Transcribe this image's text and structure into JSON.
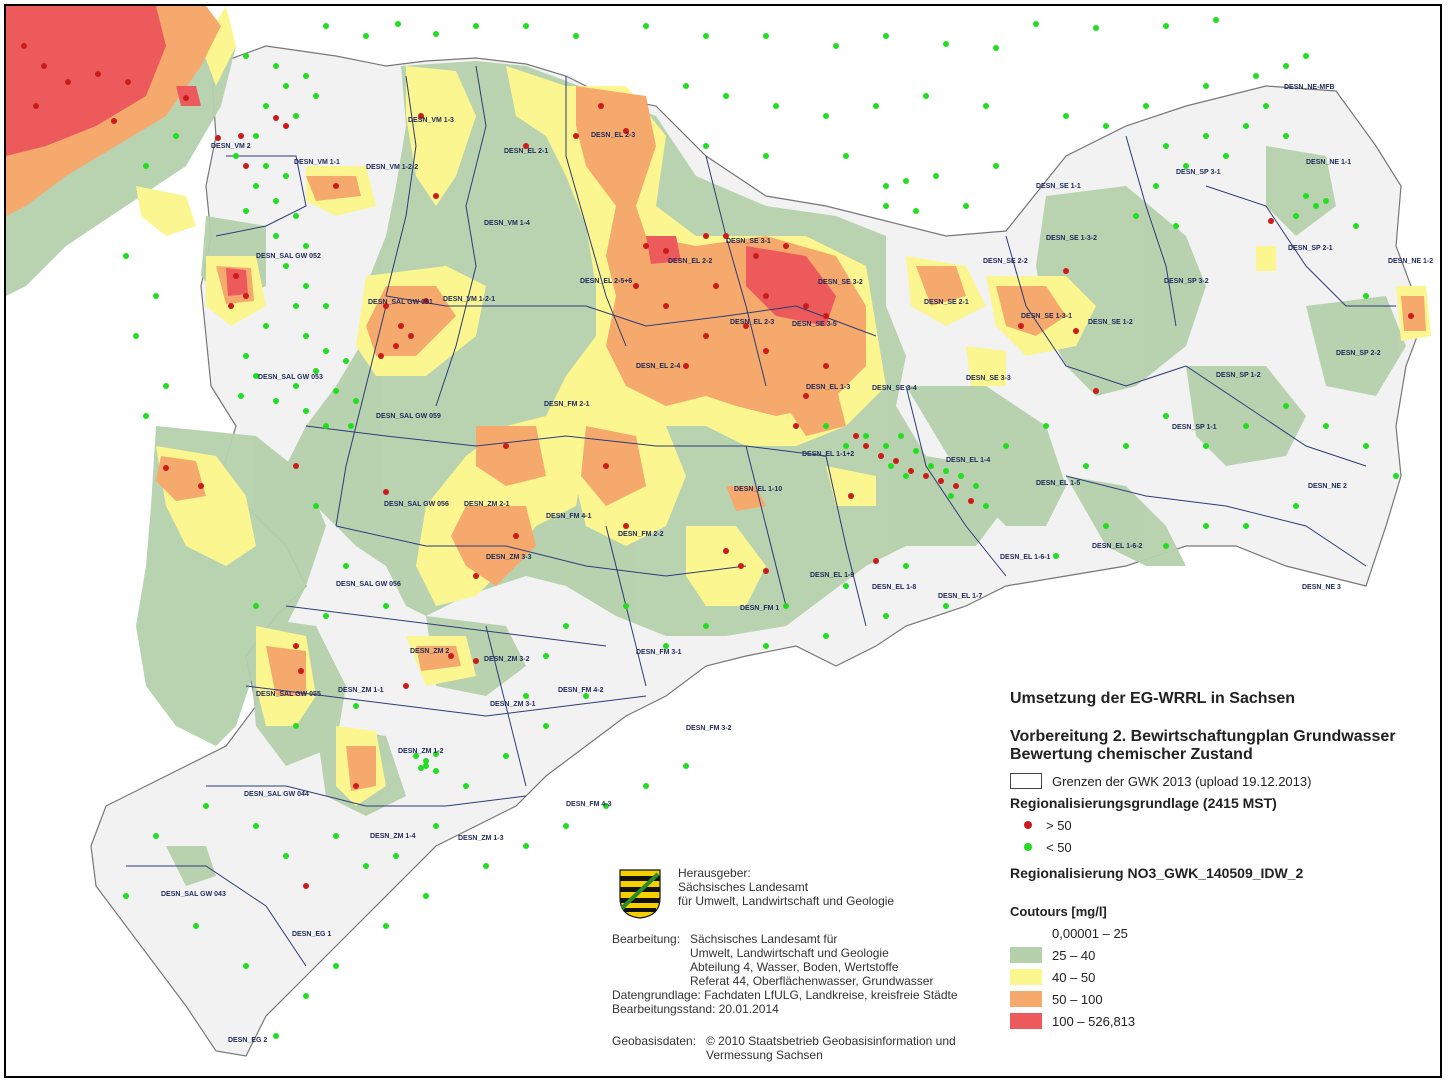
{
  "legend": {
    "title": "Umsetzung der EG-WRRL in Sachsen",
    "subtitle_line1": "Vorbereitung 2. Bewirtschaftungplan Grundwasser",
    "subtitle_line2": "Bewertung chemischer Zustand",
    "gwk_border": "Grenzen der GWK 2013 (upload 19.12.2013)",
    "basis_heading": "Regionalisierungsgrundlage (2415 MST)",
    "point_high": "> 50",
    "point_low": "< 50",
    "regionalisation": "Regionalisierung NO3_GWK_140509_IDW_2",
    "contours_heading": "Coutours [mg/l]",
    "classes": [
      {
        "label": "0,00001 – 25",
        "color": "#ffffff"
      },
      {
        "label": "25 – 40",
        "color": "#b5d1ac"
      },
      {
        "label": "40 – 50",
        "color": "#fbf690"
      },
      {
        "label": "50 – 100",
        "color": "#f6a96c"
      },
      {
        "label": "100 – 526,813",
        "color": "#ec5a5c"
      }
    ],
    "point_colors": {
      "high": "#cc1b1b",
      "low": "#22dd22"
    }
  },
  "publisher": {
    "herausgeber_label": "Herausgeber:",
    "herausgeber_1": "Sächsisches Landesamt",
    "herausgeber_2": "für Umwelt, Landwirtschaft und Geologie",
    "bearbeitung_label": "Bearbeitung:",
    "bearbeitung_1": "Sächsisches Landesamt für",
    "bearbeitung_2": "Umwelt, Landwirtschaft und Geologie",
    "bearbeitung_3": "Abteilung 4, Wasser, Boden, Wertstoffe",
    "bearbeitung_4": "Referat 44, Oberflächenwasser, Grundwasser",
    "datengrundlage": "Datengrundlage: Fachdaten LfULG, Landkreise, kreisfreie Städte",
    "stand": "Bearbeitungsstand: 20.01.2014",
    "geobasis_label": "Geobasisdaten:",
    "geobasis_1": "© 2010 Staatsbetrieb Geobasisinformation und",
    "geobasis_2": "Vermessung Sachsen"
  },
  "map_labels": [
    "DESN_VM 1-3",
    "DESN_VM 2",
    "DESN_VM 1-1",
    "DESN_VM 1-2-2",
    "DESN_EL 2-1",
    "DESN_EL 2-3",
    "DESN_VM 1-4",
    "DESN_SAL GW 052",
    "DESN_SAL GW 051",
    "DESN_VM 1-2-1",
    "DESN_EL 2-2",
    "DESN_SE 3-1",
    "DESN_EL 2-5+6",
    "DESN_SE 3-2",
    "DESN_EL 2-3",
    "DESN_SE 3-5",
    "DESN_SAL GW 053",
    "DESN_EL 2-4",
    "DESN_SAL GW 059",
    "DESN_FM 2-1",
    "DESN_EL 1-3",
    "DESN_SE 3-4",
    "DESN_EL 1-1+2",
    "DESN_EL 1-10",
    "DESN_SAL GW 056",
    "DESN_ZM 2-1",
    "DESN_FM 4-1",
    "DESN_FM 2-2",
    "DESN_ZM 3-3",
    "DESN_EL 1-9",
    "DESN_EL 1-8",
    "DESN_EL 1-7",
    "DESN_SAL GW 056",
    "DESN_FM 1",
    "DESN_ZM 2",
    "DESN_ZM 3-2",
    "DESN_FM 3-1",
    "DESN_SAL GW 055",
    "DESN_ZM 1-1",
    "DESN_FM 4-2",
    "DESN_ZM 3-1",
    "DESN_FM 3-2",
    "DESN_ZM 1-2",
    "DESN_SAL GW 044",
    "DESN_FM 4-3",
    "DESN_ZM 1-4",
    "DESN_ZM 1-3",
    "DESN_SAL GW 043",
    "DESN_EG 1",
    "DESN_EG 2",
    "DESN_SE 1-1",
    "DESN_SE 1-3-2",
    "DESN_SE 2-2",
    "DESN_SE 2-1",
    "DESN_SE 1-3-1",
    "DESN_SE 1-2",
    "DESN_SE 3-3",
    "DESN_EL 1-4",
    "DESN_EL 1-5",
    "DESN_EL 1-6-1",
    "DESN_EL 1-6-2",
    "DESN_SP 3-1",
    "DESN_NE-MFB",
    "DESN_NE 1-1",
    "DESN_SP 2-1",
    "DESN_NE 1-2",
    "DESN_SP 3-2",
    "DESN_SP 2-2",
    "DESN_SP 1-2",
    "DESN_SP 1-1",
    "DESN_NE 2",
    "DESN_NE 3"
  ]
}
